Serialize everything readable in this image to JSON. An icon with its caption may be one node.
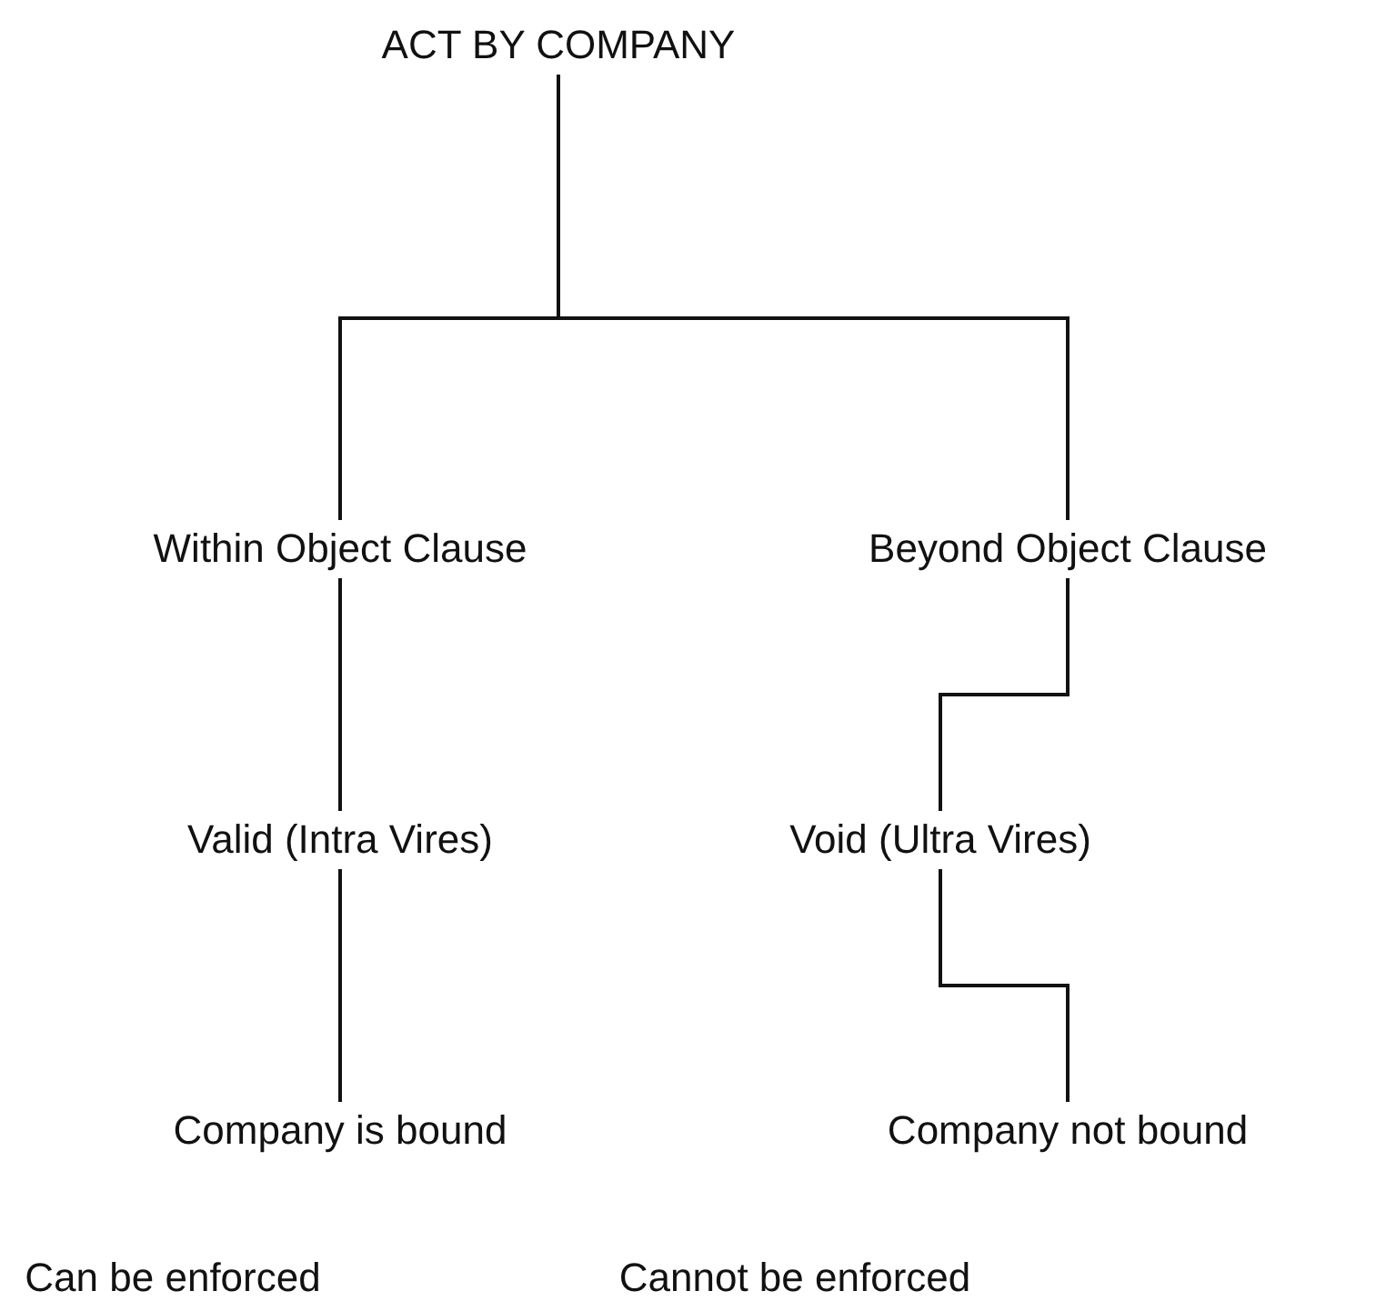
{
  "diagram": {
    "nodes": [
      {
        "text": [
          "ACT BY COMPANY"
        ]
      },
      {
        "text": [
          "Within Object Clause"
        ]
      },
      {
        "text": [
          "Beyond Object Clause"
        ]
      },
      {
        "text": [
          "Valid (Intra Vires)"
        ]
      },
      {
        "text": [
          "Void (Ultra Vires)"
        ]
      },
      {
        "text": [
          "Company is bound"
        ]
      },
      {
        "text": [
          "Company not bound"
        ]
      }
    ],
    "edges": [
      {
        "from": 0,
        "to": 1,
        "arrow": "none"
      },
      {
        "from": 0,
        "to": 2,
        "arrow": "none"
      },
      {
        "from": 1,
        "to": 3,
        "arrow": "none"
      },
      {
        "from": 2,
        "to": 4,
        "arrow": "none"
      },
      {
        "from": 3,
        "to": 5,
        "arrow": "none"
      },
      {
        "from": 4,
        "to": 6,
        "arrow": "none"
      }
    ],
    "labels": [
      "Can be enforced",
      "Cannot be enforced"
    ]
  }
}
